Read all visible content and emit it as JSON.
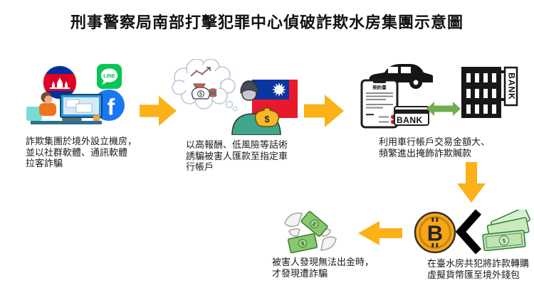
{
  "title": "刑事警察局南部打擊犯罪中心偵破詐欺水房集團示意圖",
  "glyphs": {
    "dollar": "$"
  },
  "colors": {
    "flow_arrow": "#FBB117",
    "exchange_arrow": "#6FAE4E",
    "line_green": "#06C755",
    "facebook_blue": "#1877F2",
    "bitcoin_gold": "#F7A61A",
    "cash_green": "#BFE3B4",
    "taiwan_red": "#E8192C",
    "taiwan_blue": "#0A36A2",
    "cambodia_blue": "#032EA1",
    "cambodia_red": "#E00025",
    "stamp_red": "#C21F2E"
  },
  "stage1": {
    "caption": "詐欺集團於境外設立機房，\n並以社群軟體、通訊軟體\n拉客詐騙",
    "line_label": "LINE",
    "facebook_label": "f"
  },
  "stage2": {
    "caption": "以高報酬、低風險等話術\n誘騙被害人匯款至指定車\n行帳戶"
  },
  "stage3": {
    "caption": "利用車行帳戶交易金額大、\n頻繁進出掩飾詐欺贓款",
    "contract_title": "契約書",
    "card_label": "BANK",
    "sign_label": "BANK"
  },
  "stage4": {
    "caption": "在臺水房共犯將詐款轉購\n虛擬貨幣匯至境外錢包",
    "bitcoin_symbol": "B"
  },
  "stage5": {
    "caption": "被害人發現無法出金時，\n才發現遭詐騙"
  }
}
